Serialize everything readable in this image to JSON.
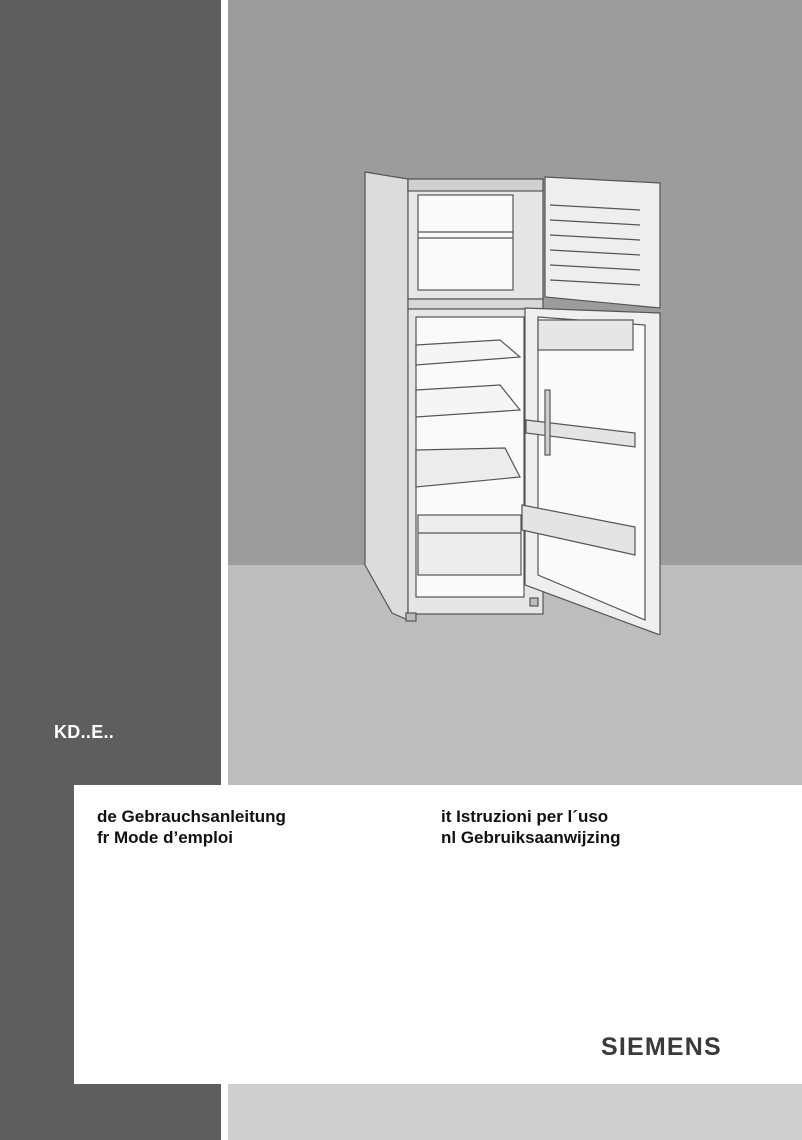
{
  "cover": {
    "model_code": "KD..E..",
    "languages_left": [
      "de Gebrauchsanleitung",
      "fr Mode d’emploi"
    ],
    "languages_right": [
      "it Istruzioni per l´uso",
      "nl Gebruiksaanwijzing"
    ],
    "brand": "SIEMENS"
  },
  "colors": {
    "dark_band": "#5e5e5e",
    "background_grey": "#9c9c9c",
    "floor_grey": "#bdbdbd",
    "brand_text": "#3a3a3a"
  },
  "illustration": {
    "icon": "open-fridge-freezer-illustration"
  }
}
